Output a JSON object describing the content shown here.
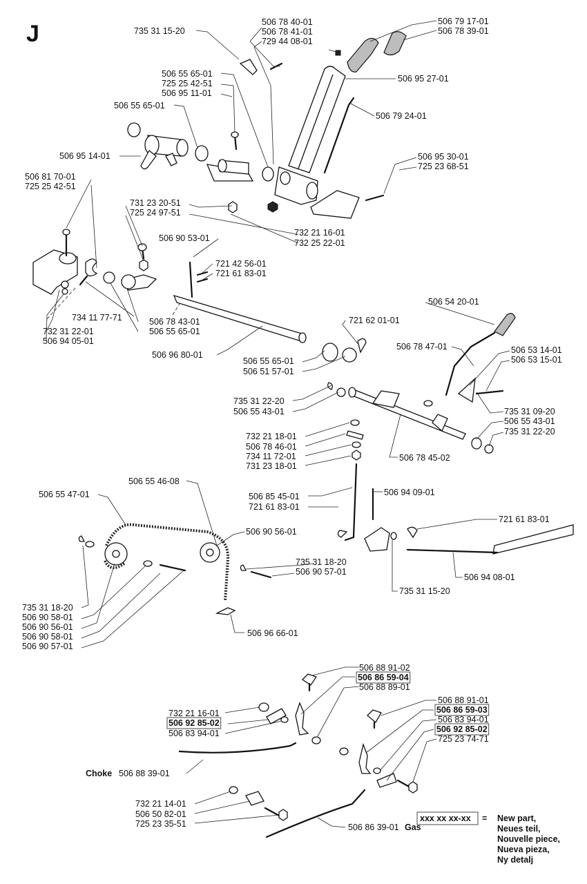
{
  "section_letter": "J",
  "labels": [
    {
      "id": "p1",
      "text": "735 31 15-20"
    },
    {
      "id": "p2",
      "text": "506 78 40-01"
    },
    {
      "id": "p3",
      "text": "506 78 41-01"
    },
    {
      "id": "p4",
      "text": "729 44 08-01"
    },
    {
      "id": "p5",
      "text": "506 79 17-01"
    },
    {
      "id": "p6",
      "text": "506 78 39-01"
    },
    {
      "id": "p7",
      "text": "506 55 65-01"
    },
    {
      "id": "p8",
      "text": "725 25 42-51"
    },
    {
      "id": "p9",
      "text": "506 95 11-01"
    },
    {
      "id": "p10",
      "text": "506 95 27-01"
    },
    {
      "id": "p11",
      "text": "506 55 65-01"
    },
    {
      "id": "p12",
      "text": "506 79 24-01"
    },
    {
      "id": "p13",
      "text": "506 95 14-01"
    },
    {
      "id": "p14",
      "text": "506 95 30-01"
    },
    {
      "id": "p15",
      "text": "725 23 68-51"
    },
    {
      "id": "p16",
      "text": "506 81 70-01"
    },
    {
      "id": "p17",
      "text": "725 25 42-51"
    },
    {
      "id": "p18",
      "text": "731 23 20-51"
    },
    {
      "id": "p19",
      "text": "725 24 97-51"
    },
    {
      "id": "p20",
      "text": "732 21 16-01"
    },
    {
      "id": "p21",
      "text": "732 25 22-01"
    },
    {
      "id": "p22",
      "text": "506 90 53-01"
    },
    {
      "id": "p23",
      "text": "721 42 56-01"
    },
    {
      "id": "p24",
      "text": "721 61 83-01"
    },
    {
      "id": "p25",
      "text": "506 54 20-01"
    },
    {
      "id": "p26",
      "text": "734 11 77-71"
    },
    {
      "id": "p27",
      "text": "506 78 43-01"
    },
    {
      "id": "p28",
      "text": "732 31 22-01"
    },
    {
      "id": "p29",
      "text": "506 55 65-01"
    },
    {
      "id": "p30",
      "text": "506 94 05-01"
    },
    {
      "id": "p31",
      "text": "721 62 01-01"
    },
    {
      "id": "p32",
      "text": "506 78 47-01"
    },
    {
      "id": "p33",
      "text": "506 53 14-01"
    },
    {
      "id": "p34",
      "text": "506 53 15-01"
    },
    {
      "id": "p35",
      "text": "506 96 80-01"
    },
    {
      "id": "p36",
      "text": "506 55 65-01"
    },
    {
      "id": "p37",
      "text": "506 51 57-01"
    },
    {
      "id": "p38",
      "text": "735 31 22-20"
    },
    {
      "id": "p39",
      "text": "506 55 43-01"
    },
    {
      "id": "p40",
      "text": "735 31 09-20"
    },
    {
      "id": "p41",
      "text": "506 55 43-01"
    },
    {
      "id": "p42",
      "text": "735 31 22-20"
    },
    {
      "id": "p43",
      "text": "732 21 18-01"
    },
    {
      "id": "p44",
      "text": "506 78 46-01"
    },
    {
      "id": "p45",
      "text": "734 11 72-01"
    },
    {
      "id": "p46",
      "text": "731 23 18-01"
    },
    {
      "id": "p47",
      "text": "506 78 45-02"
    },
    {
      "id": "p48",
      "text": "506 55 46-08"
    },
    {
      "id": "p49",
      "text": "506 55 47-01"
    },
    {
      "id": "p50",
      "text": "506 94 09-01"
    },
    {
      "id": "p51",
      "text": "506 85 45-01"
    },
    {
      "id": "p52",
      "text": "721 61 83-01"
    },
    {
      "id": "p53",
      "text": "721 61 83-01"
    },
    {
      "id": "p54",
      "text": "506 90 56-01"
    },
    {
      "id": "p55",
      "text": "735 31 18-20"
    },
    {
      "id": "p56",
      "text": "506 90 57-01"
    },
    {
      "id": "p57",
      "text": "506 94 08-01"
    },
    {
      "id": "p58",
      "text": "735 31 15-20"
    },
    {
      "id": "p59",
      "text": "735 31 18-20"
    },
    {
      "id": "p60",
      "text": "506 90 58-01"
    },
    {
      "id": "p61",
      "text": "506 90 56-01"
    },
    {
      "id": "p62",
      "text": "506 90 58-01"
    },
    {
      "id": "p63",
      "text": "506 90 57-01"
    },
    {
      "id": "p64",
      "text": "506 96 66-01"
    },
    {
      "id": "p65",
      "text": "506 88 91-02"
    },
    {
      "id": "p66",
      "text": "506 86 59-04",
      "bold": true,
      "boxed": true
    },
    {
      "id": "p67",
      "text": "506 88 89-01"
    },
    {
      "id": "p68",
      "text": "732 21 16-01"
    },
    {
      "id": "p69",
      "text": "506 92 85-02",
      "bold": true,
      "boxed": true
    },
    {
      "id": "p70",
      "text": "506 83 94-01"
    },
    {
      "id": "p71",
      "text": "506 88 91-01"
    },
    {
      "id": "p72",
      "text": "506 86 59-03",
      "bold": true,
      "boxed": true
    },
    {
      "id": "p73",
      "text": "506 83 94-01"
    },
    {
      "id": "p74",
      "text": "506 92 85-02",
      "bold": true,
      "boxed": true
    },
    {
      "id": "p75",
      "text": "725 23 74-71"
    },
    {
      "id": "p76",
      "text": "Choke",
      "bold": true
    },
    {
      "id": "p77",
      "text": "506 88 39-01"
    },
    {
      "id": "p78",
      "text": "732 21 14-01"
    },
    {
      "id": "p79",
      "text": "506 50 82-01"
    },
    {
      "id": "p80",
      "text": "725 23 35-51"
    },
    {
      "id": "p81",
      "text": "506 86 39-01"
    },
    {
      "id": "p82",
      "text": "Gas",
      "bold": true
    }
  ],
  "legend": {
    "sample": "xxx xx xx-xx",
    "equals": "=",
    "lines": [
      "New part,",
      "Neues teil,",
      "Nouvelle piece,",
      "Nueva pieza,",
      "Ny detalj"
    ]
  }
}
